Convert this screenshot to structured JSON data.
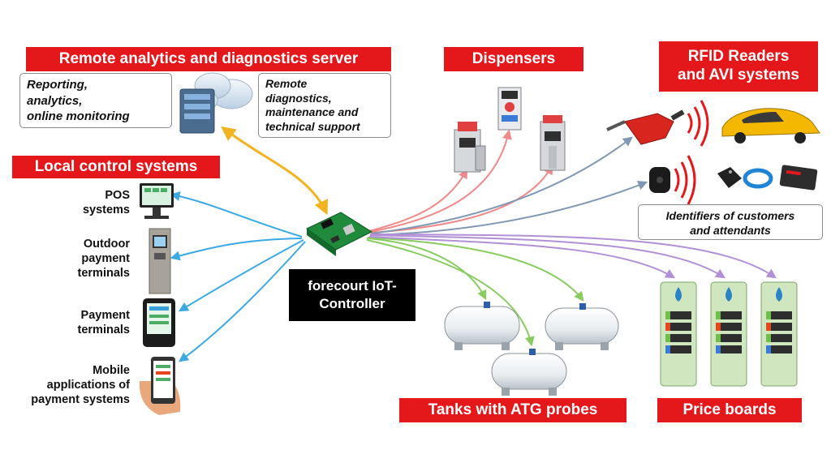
{
  "title": "",
  "server": {
    "label": "Remote analytics and diagnostics server",
    "reporting": [
      "Reporting,",
      "analytics,",
      "online monitoring"
    ],
    "support": [
      "Remote",
      "diagnostics,",
      "maintenance and",
      "technical support"
    ]
  },
  "local": {
    "label": "Local control systems",
    "items": [
      {
        "lines": [
          "POS",
          "systems"
        ]
      },
      {
        "lines": [
          "Outdoor",
          "payment",
          "terminals"
        ]
      },
      {
        "lines": [
          "Payment",
          "terminals"
        ]
      },
      {
        "lines": [
          "Mobile",
          "applications of",
          "payment systems"
        ]
      }
    ]
  },
  "controller": {
    "lines": [
      "forecourt IoT-",
      "Controller"
    ]
  },
  "dispensers": {
    "label": "Dispensers"
  },
  "rfid": {
    "label_lines": [
      "RFID Readers",
      "and AVI systems"
    ],
    "identifiers": [
      "Identifiers of customers",
      "and attendants"
    ]
  },
  "tanks": {
    "label": "Tanks with ATG probes"
  },
  "price": {
    "label": "Price boards"
  },
  "colors": {
    "label_red": "#e4171b",
    "server_link": "#f2b321",
    "local_link": "#3aa9e4",
    "dispenser_link": "#f08a8a",
    "rfid_link": "#8098b4",
    "tank_link": "#88cc60",
    "price_link": "#b190d6"
  }
}
